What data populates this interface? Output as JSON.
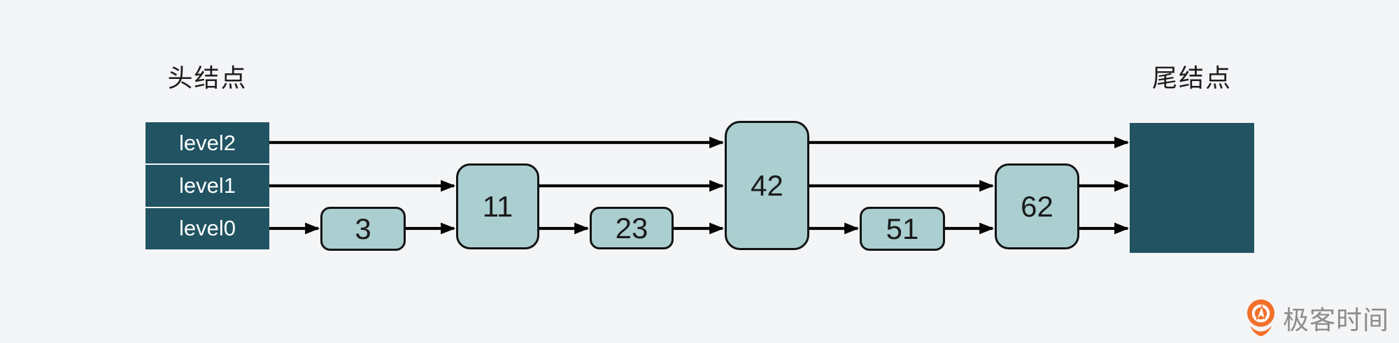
{
  "diagram": {
    "head_label": "头结点",
    "tail_label": "尾结点",
    "head_levels": [
      "level2",
      "level1",
      "level0"
    ],
    "nodes": [
      {
        "value": "3",
        "levels": [
          "level0"
        ]
      },
      {
        "value": "11",
        "levels": [
          "level0",
          "level1"
        ]
      },
      {
        "value": "23",
        "levels": [
          "level0"
        ]
      },
      {
        "value": "42",
        "levels": [
          "level0",
          "level1",
          "level2"
        ]
      },
      {
        "value": "51",
        "levels": [
          "level0"
        ]
      },
      {
        "value": "62",
        "levels": [
          "level0",
          "level1"
        ]
      }
    ],
    "links": {
      "level2": [
        "head",
        "42",
        "tail"
      ],
      "level1": [
        "head",
        "11",
        "42",
        "62",
        "tail"
      ],
      "level0": [
        "head",
        "3",
        "11",
        "23",
        "42",
        "51",
        "62",
        "tail"
      ]
    }
  },
  "watermark": {
    "brand": "极客时间"
  },
  "colors": {
    "background": "#f4f5f7",
    "dark_node": "#215362",
    "light_node": "#abced0",
    "node_border": "#131313",
    "arrow": "#050505",
    "head_text": "#ffffff",
    "node_text": "#1a1a1a",
    "label_text": "#1d1d1f",
    "logo_orange": "#f3702b",
    "brand_text": "#8c8c8c"
  }
}
